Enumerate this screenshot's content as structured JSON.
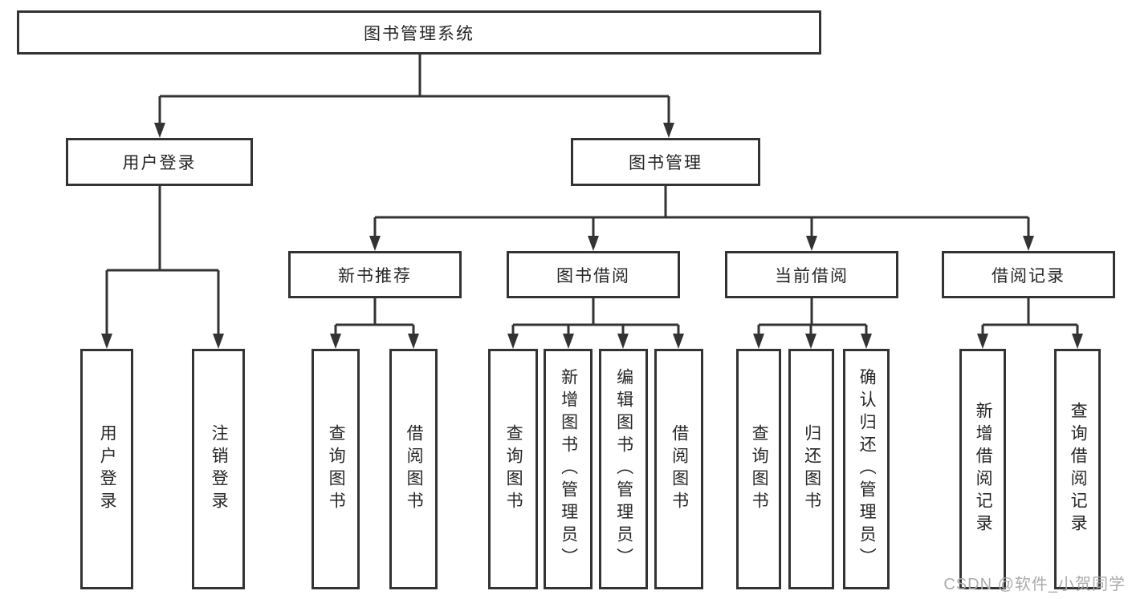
{
  "tree": {
    "root": {
      "label": "图书管理系统"
    },
    "branches": [
      {
        "label": "用户登录",
        "children": [
          {
            "label": "用户登录"
          },
          {
            "label": "注销登录"
          }
        ]
      },
      {
        "label": "图书管理",
        "children": [
          {
            "label": "新书推荐",
            "children": [
              {
                "label": "查询图书"
              },
              {
                "label": "借阅图书"
              }
            ]
          },
          {
            "label": "图书借阅",
            "children": [
              {
                "label": "查询图书"
              },
              {
                "label": "新增图书（管理员）"
              },
              {
                "label": "编辑图书（管理员）"
              },
              {
                "label": "借阅图书"
              }
            ]
          },
          {
            "label": "当前借阅",
            "children": [
              {
                "label": "查询图书"
              },
              {
                "label": "归还图书"
              },
              {
                "label": "确认归还（管理员）"
              }
            ]
          },
          {
            "label": "借阅记录",
            "children": [
              {
                "label": "新增借阅记录"
              },
              {
                "label": "查询借阅记录"
              }
            ]
          }
        ]
      }
    ]
  },
  "watermark": "CSDN @软件_小贺同学",
  "colors": {
    "line": "#333333",
    "text": "#262626",
    "watermark": "#ababab",
    "background": "#ffffff"
  }
}
